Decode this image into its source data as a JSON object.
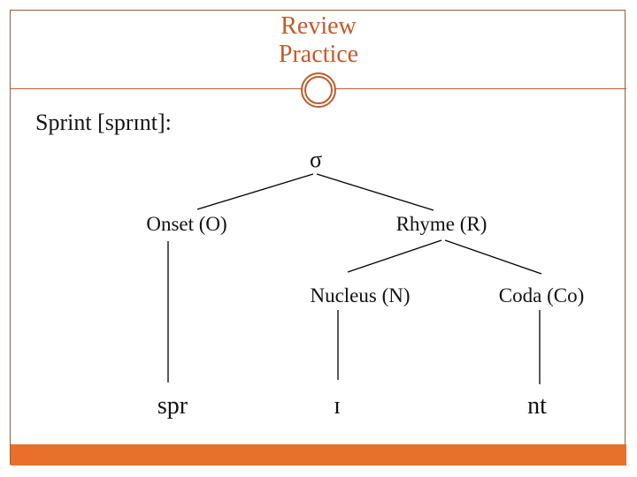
{
  "slide": {
    "title_line1": "Review",
    "title_line2": "Practice",
    "heading": "Sprint [sprɪnt]:",
    "colors": {
      "accent_bar": "#e8702a",
      "title_text": "#c05b2b",
      "frame_border": "#9c5b33",
      "tree_text": "#111111",
      "tree_lines": "#000000"
    }
  },
  "tree": {
    "root": {
      "label": "σ"
    },
    "level1": [
      {
        "label": "Onset (O)"
      },
      {
        "label": "Rhyme (R)"
      }
    ],
    "level2": [
      {
        "label": "Nucleus (N)"
      },
      {
        "label": "Coda (Co)"
      }
    ],
    "leaves": [
      {
        "label": "spr"
      },
      {
        "label": "ɪ"
      },
      {
        "label": "nt"
      }
    ]
  }
}
